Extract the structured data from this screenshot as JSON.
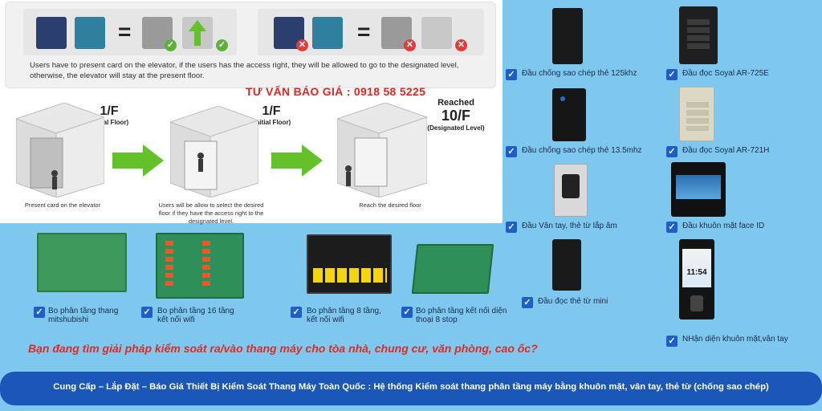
{
  "diagram": {
    "explanation": "Users have to present card on the elevator, if the users has the access right, they will be allowed to go to the designated level, otherwise,  the elevator will stay at the present floor.",
    "steps": [
      {
        "floor": "1/F",
        "floor_note": "(Initial Floor)",
        "caption": "Present card on the elevator"
      },
      {
        "floor": "1/F",
        "floor_note": "(Initial Floor)",
        "caption": "Users will be allow to select the desired floor if they have the access right to the designated level."
      },
      {
        "reached": "Reached",
        "floor": "10/F",
        "floor_note": "(Designated Level)",
        "caption": "Reach the desired floor"
      }
    ],
    "arrow_color": "#64c12a"
  },
  "hotline": "TƯ VẤN BÁO GIÁ : 0918 58 5225",
  "boards": [
    {
      "label": "Bo phân tầng thang mitshubishi"
    },
    {
      "label": "Bo phân tầng 16 tầng kết nối wifi"
    },
    {
      "label": "Bo phân tầng 8 tầng, kết nối wifi"
    },
    {
      "label": "Bo phân tầng kết nối diện thoại 8 stop"
    }
  ],
  "devices_left": [
    {
      "label": "Đầu chống sao chép thẻ 125khz"
    },
    {
      "label": "Đầu chống sao chép thẻ 13.5mhz"
    },
    {
      "label": "Đầu Vân tay, thẻ từ lắp âm"
    },
    {
      "label": "Đầu đọc thẻ từ mini"
    }
  ],
  "devices_right": [
    {
      "label": "Đầu đọc Soyal AR-725E"
    },
    {
      "label": "Đầu đọc Soyal AR-721H"
    },
    {
      "label": "Đầu khuôn mặt face ID"
    },
    {
      "label": "NHận diện khuôn mặt,vân tay",
      "screen_time": "11:54"
    }
  ],
  "question": "Bạn đang tìm giải pháp kiểm soát ra/vào thang máy cho tòa nhà, chung cư, văn phòng, cao ốc?",
  "banner": "Cung Cấp – Lắp Đặt – Báo Giá Thiết Bị Kiểm Soát Thang Máy Toàn Quốc : Hệ thống Kiểm soát thang phân tầng máy bằng khuôn mặt, vân tay, thẻ từ (chống sao chép)",
  "colors": {
    "background": "#7ec8ef",
    "checkbox": "#1d5fc8",
    "banner": "#1b57b8",
    "accent_red": "#e12a20"
  }
}
